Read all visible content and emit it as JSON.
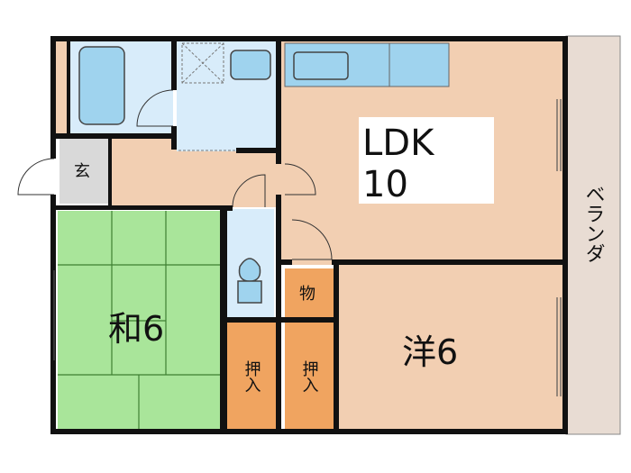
{
  "rooms": {
    "ldk": {
      "name": "LDK",
      "size": "10"
    },
    "washitsu": {
      "label": "和6"
    },
    "youshitsu": {
      "label": "洋6"
    },
    "genkan": {
      "label": "玄"
    },
    "storage": {
      "label": "物"
    },
    "closet_left": {
      "label": "押入"
    },
    "closet_right": {
      "label": "押入"
    },
    "balcony": {
      "label": "ベランダ"
    }
  },
  "colors": {
    "wall": "#111111",
    "wood_floor": "#f2cfb2",
    "tatami": "#a9e59a",
    "tatami_line": "#3f7f32",
    "wet_area": "#d8ecfa",
    "fixture": "#9fd3ee",
    "closet": "#f0a460",
    "balcony": "#e8dcd3",
    "genkan": "#d9d9d9",
    "label_bg": "#ffffff"
  }
}
